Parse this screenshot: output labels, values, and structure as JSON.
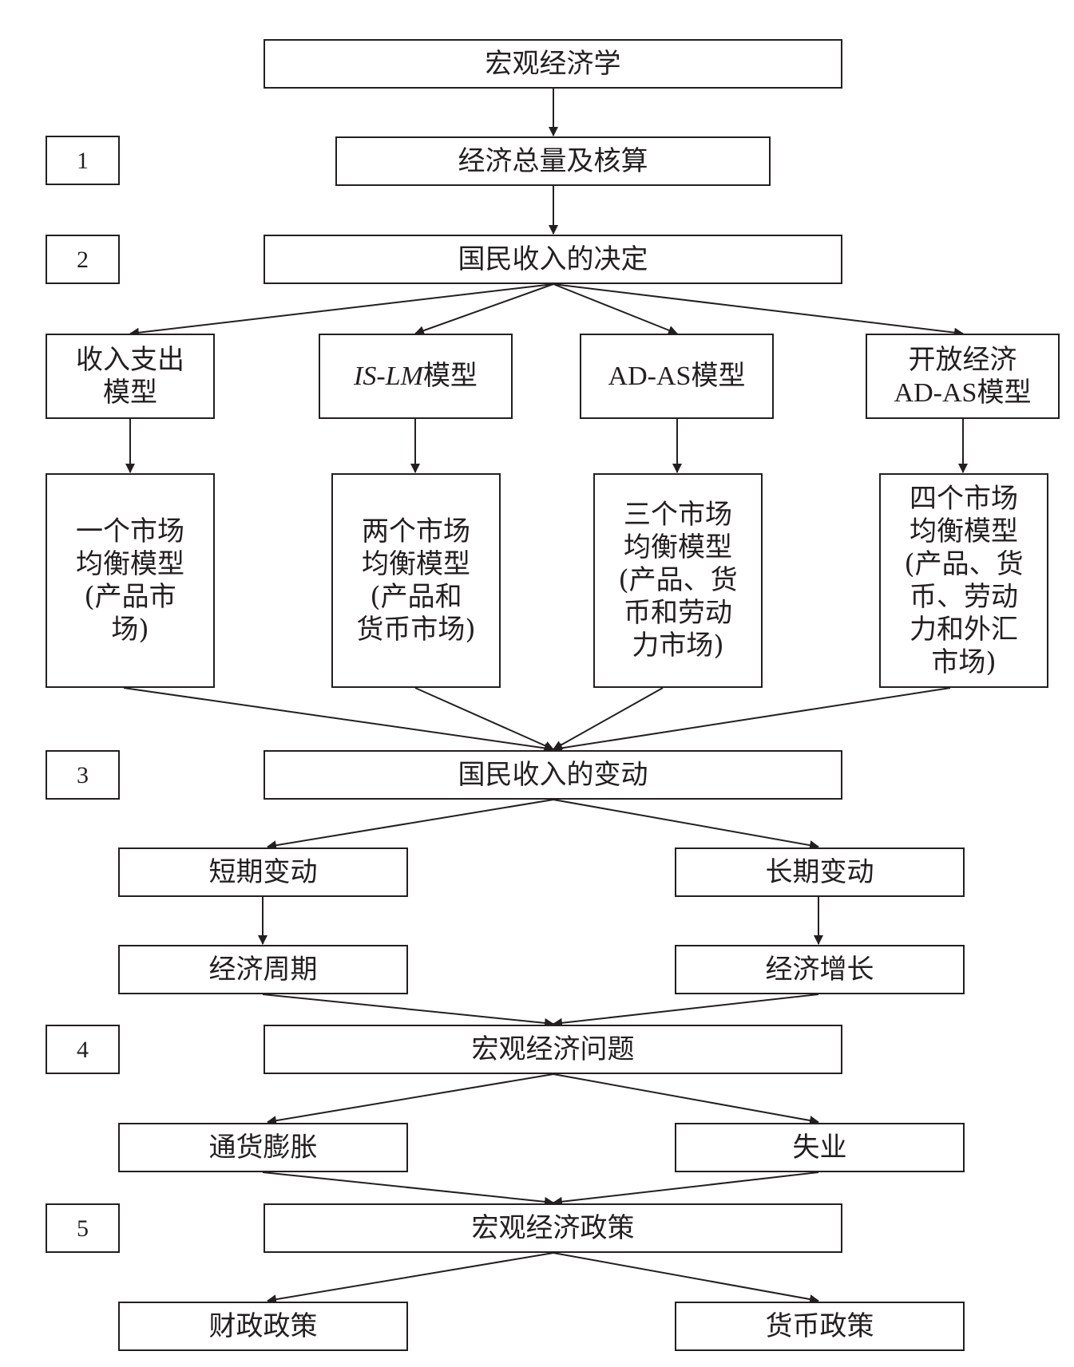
{
  "flowchart": {
    "steps": [
      "1",
      "2",
      "3",
      "4",
      "5"
    ],
    "macroeconomics": "宏观经济学",
    "aggregate_accounting": "经济总量及核算",
    "income_determination": "国民收入的决定",
    "models": [
      {
        "name": "收入支出\n模型",
        "detail": "一个市场\n均衡模型\n(产品市\n场)"
      },
      {
        "name_italic": "IS-LM",
        "name_suffix": "模型",
        "detail": "两个市场\n均衡模型\n(产品和\n货币市场)"
      },
      {
        "name_latin": "AD-AS",
        "name_suffix": "模型",
        "detail": "三个市场\n均衡模型\n(产品、货\n币和劳动\n力市场)"
      },
      {
        "name_line1": "开放经济",
        "name_latin": "AD-AS",
        "name_suffix": "模型",
        "detail": "四个市场\n均衡模型\n(产品、货\n币、劳动\n力和外汇\n市场)"
      }
    ],
    "income_change": "国民收入的变动",
    "short_run": "短期变动",
    "long_run": "长期变动",
    "business_cycle": "经济周期",
    "economic_growth": "经济增长",
    "macro_problems": "宏观经济问题",
    "inflation": "通货膨胀",
    "unemployment": "失业",
    "macro_policy": "宏观经济政策",
    "fiscal_policy": "财政政策",
    "monetary_policy": "货币政策"
  }
}
